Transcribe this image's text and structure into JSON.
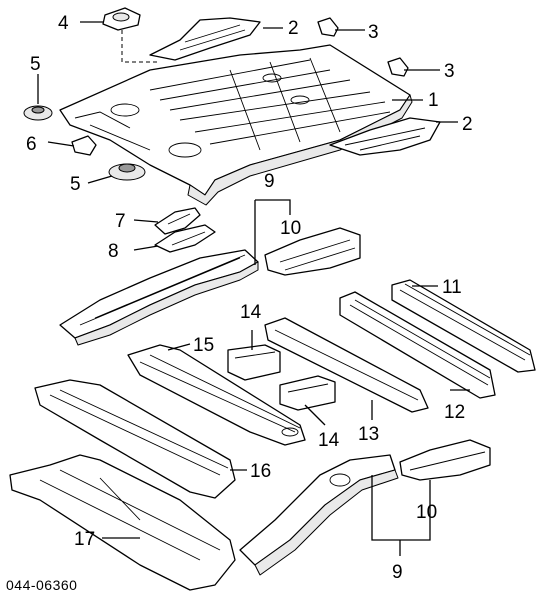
{
  "diagram": {
    "reference_code": "044-06360",
    "callouts": [
      {
        "id": "c1",
        "label": "1"
      },
      {
        "id": "c2a",
        "label": "2"
      },
      {
        "id": "c2b",
        "label": "2"
      },
      {
        "id": "c3a",
        "label": "3"
      },
      {
        "id": "c3b",
        "label": "3"
      },
      {
        "id": "c4",
        "label": "4"
      },
      {
        "id": "c5a",
        "label": "5"
      },
      {
        "id": "c5b",
        "label": "5"
      },
      {
        "id": "c6",
        "label": "6"
      },
      {
        "id": "c7",
        "label": "7"
      },
      {
        "id": "c8",
        "label": "8"
      },
      {
        "id": "c9a",
        "label": "9"
      },
      {
        "id": "c9b",
        "label": "9"
      },
      {
        "id": "c10a",
        "label": "10"
      },
      {
        "id": "c10b",
        "label": "10"
      },
      {
        "id": "c11",
        "label": "11"
      },
      {
        "id": "c12",
        "label": "12"
      },
      {
        "id": "c13",
        "label": "13"
      },
      {
        "id": "c14a",
        "label": "14"
      },
      {
        "id": "c14b",
        "label": "14"
      },
      {
        "id": "c15",
        "label": "15"
      },
      {
        "id": "c16",
        "label": "16"
      },
      {
        "id": "c17",
        "label": "17"
      }
    ]
  }
}
